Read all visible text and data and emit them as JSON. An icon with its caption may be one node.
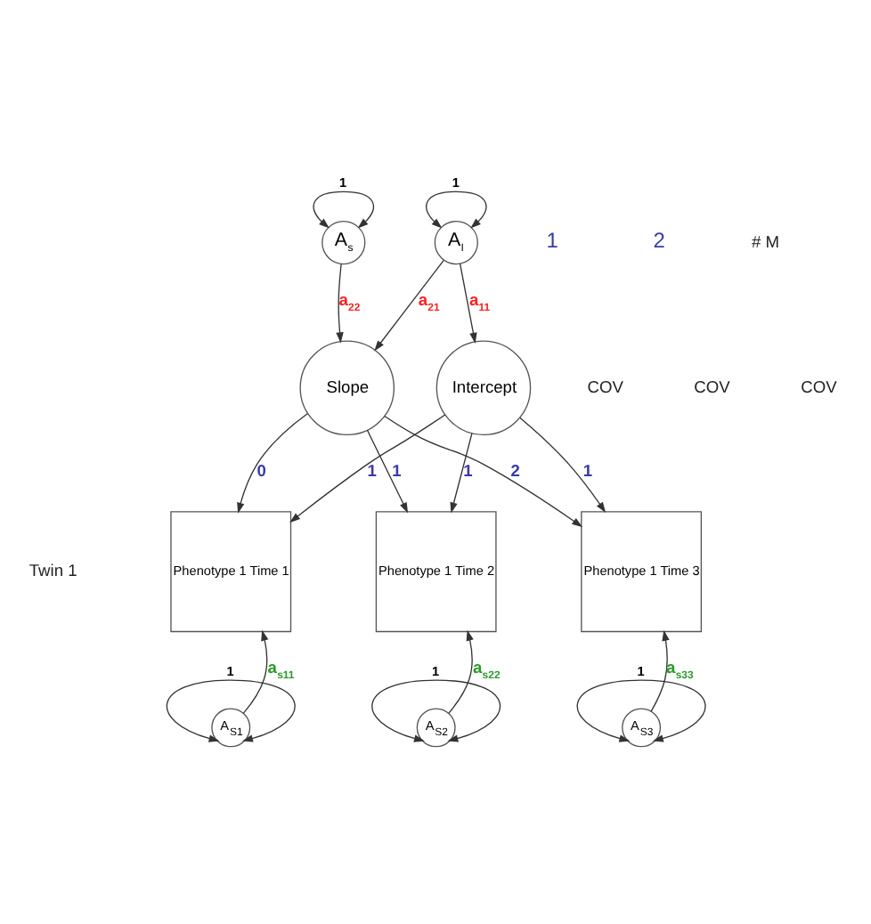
{
  "diagram": {
    "nodes": [
      {
        "text": [
          "A$_{I}$"
        ]
      },
      {
        "text": [
          "A$_{s}$"
        ]
      },
      {
        "text": [
          "Intercept"
        ]
      },
      {
        "text": [
          "Slope"
        ]
      },
      {
        "text": [
          "Phenotype 1 Time 1"
        ]
      },
      {
        "text": [
          "Phenotype 1 Time 2"
        ]
      },
      {
        "text": [
          "Phenotype 1 Time 3"
        ]
      },
      {
        "text": [
          "A$_{S1}$"
        ]
      },
      {
        "text": [
          "A$_{S2}$"
        ]
      },
      {
        "text": [
          "A$_{S3}$"
        ]
      }
    ],
    "edges": [
      {
        "from": 0,
        "to": 0,
        "arrow": "both",
        "label": "1"
      },
      {
        "from": 1,
        "to": 1,
        "arrow": "both",
        "label": "1"
      },
      {
        "from": 0,
        "to": 2,
        "arrow": "to",
        "label": "a$_{11}$"
      },
      {
        "from": 0,
        "to": 3,
        "arrow": "to",
        "label": "a$_{21}$"
      },
      {
        "from": 1,
        "to": 3,
        "arrow": "to",
        "label": "a$_{22}$"
      },
      {
        "from": 2,
        "to": 4,
        "arrow": "to",
        "label": "1"
      },
      {
        "from": 2,
        "to": 5,
        "arrow": "to",
        "label": "1"
      },
      {
        "from": 2,
        "to": 6,
        "arrow": "to",
        "label": "1"
      },
      {
        "from": 3,
        "to": 4,
        "arrow": "to",
        "label": "0"
      },
      {
        "from": 3,
        "to": 5,
        "arrow": "to",
        "label": "1"
      },
      {
        "from": 3,
        "to": 6,
        "arrow": "to",
        "label": "2"
      },
      {
        "from": 7,
        "to": 4,
        "arrow": "to",
        "label": "a$_{s11}$"
      },
      {
        "from": 8,
        "to": 5,
        "arrow": "to",
        "label": "a$_{s22}$"
      },
      {
        "from": 9,
        "to": 6,
        "arrow": "to",
        "label": "a$_{s33}$"
      },
      {
        "from": 7,
        "to": 7,
        "arrow": "both",
        "label": "1"
      },
      {
        "from": 8,
        "to": 8,
        "arrow": "both",
        "label": "1"
      },
      {
        "from": 9,
        "to": 9,
        "arrow": "both",
        "label": "1"
      }
    ],
    "labels": [
      "1",
      "2",
      "# M",
      "COV",
      "COV",
      "COV",
      "Twin 1"
    ]
  }
}
